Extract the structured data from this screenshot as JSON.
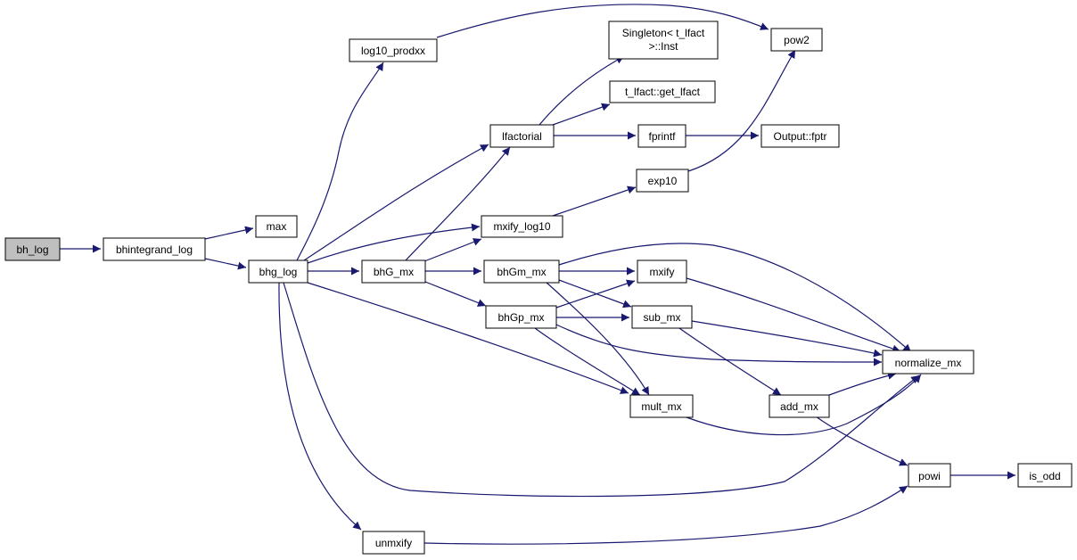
{
  "edge_color": "#191970",
  "root_fill": "#bfbfbf",
  "nodes": {
    "bh_log": {
      "label": "bh_log"
    },
    "bhintegrand_log": {
      "label": "bhintegrand_log"
    },
    "max": {
      "label": "max"
    },
    "bhg_log": {
      "label": "bhg_log"
    },
    "log10_prodxx": {
      "label": "log10_prodxx"
    },
    "pow2": {
      "label": "pow2"
    },
    "singleton": {
      "label_line1": "Singleton< t_lfact",
      "label_line2": ">::Inst"
    },
    "t_lfact_get_lfact": {
      "label": "t_lfact::get_lfact"
    },
    "lfactorial": {
      "label": "lfactorial"
    },
    "fprintf": {
      "label": "fprintf"
    },
    "output_fptr": {
      "label": "Output::fptr"
    },
    "exp10": {
      "label": "exp10"
    },
    "mxify_log10": {
      "label": "mxify_log10"
    },
    "bhG_mx": {
      "label": "bhG_mx"
    },
    "bhGm_mx": {
      "label": "bhGm_mx"
    },
    "mxify": {
      "label": "mxify"
    },
    "bhGp_mx": {
      "label": "bhGp_mx"
    },
    "sub_mx": {
      "label": "sub_mx"
    },
    "normalize_mx": {
      "label": "normalize_mx"
    },
    "mult_mx": {
      "label": "mult_mx"
    },
    "add_mx": {
      "label": "add_mx"
    },
    "powi": {
      "label": "powi"
    },
    "is_odd": {
      "label": "is_odd"
    },
    "unmxify": {
      "label": "unmxify"
    }
  },
  "edges": [
    [
      "bh_log",
      "bhintegrand_log"
    ],
    [
      "bhintegrand_log",
      "max"
    ],
    [
      "bhintegrand_log",
      "bhg_log"
    ],
    [
      "bhg_log",
      "log10_prodxx"
    ],
    [
      "bhg_log",
      "lfactorial"
    ],
    [
      "bhg_log",
      "mxify_log10"
    ],
    [
      "bhg_log",
      "bhG_mx"
    ],
    [
      "bhg_log",
      "mult_mx"
    ],
    [
      "bhg_log",
      "normalize_mx"
    ],
    [
      "bhg_log",
      "unmxify"
    ],
    [
      "log10_prodxx",
      "pow2"
    ],
    [
      "lfactorial",
      "singleton"
    ],
    [
      "lfactorial",
      "t_lfact_get_lfact"
    ],
    [
      "lfactorial",
      "fprintf"
    ],
    [
      "fprintf",
      "output_fptr"
    ],
    [
      "exp10",
      "pow2"
    ],
    [
      "mxify_log10",
      "exp10"
    ],
    [
      "bhG_mx",
      "lfactorial"
    ],
    [
      "bhG_mx",
      "mxify_log10"
    ],
    [
      "bhG_mx",
      "bhGm_mx"
    ],
    [
      "bhG_mx",
      "bhGp_mx"
    ],
    [
      "bhGm_mx",
      "mxify"
    ],
    [
      "bhGm_mx",
      "sub_mx"
    ],
    [
      "bhGm_mx",
      "mult_mx"
    ],
    [
      "bhGm_mx",
      "normalize_mx"
    ],
    [
      "bhGp_mx",
      "mxify"
    ],
    [
      "bhGp_mx",
      "sub_mx"
    ],
    [
      "bhGp_mx",
      "mult_mx"
    ],
    [
      "bhGp_mx",
      "normalize_mx"
    ],
    [
      "mxify",
      "normalize_mx"
    ],
    [
      "sub_mx",
      "normalize_mx"
    ],
    [
      "sub_mx",
      "add_mx"
    ],
    [
      "mult_mx",
      "normalize_mx"
    ],
    [
      "add_mx",
      "normalize_mx"
    ],
    [
      "add_mx",
      "powi"
    ],
    [
      "powi",
      "is_odd"
    ],
    [
      "unmxify",
      "powi"
    ]
  ]
}
